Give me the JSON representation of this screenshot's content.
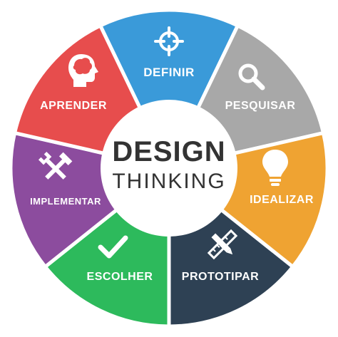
{
  "center": {
    "title": "DESIGN",
    "subtitle": "THINKING"
  },
  "segments": [
    {
      "label": "DEFINIR",
      "color": "#3a9ad9",
      "icon": "target-icon"
    },
    {
      "label": "PESQUISAR",
      "color": "#a8a8a8",
      "icon": "magnifier-icon"
    },
    {
      "label": "IDEALIZAR",
      "color": "#efa332",
      "icon": "lightbulb-icon"
    },
    {
      "label": "PROTOTIPAR",
      "color": "#2e4154",
      "icon": "pencil-ruler-icon"
    },
    {
      "label": "ESCOLHER",
      "color": "#2dba5c",
      "icon": "checkmark-icon"
    },
    {
      "label": "IMPLEMENTAR",
      "color": "#8c4c9e",
      "icon": "tools-icon"
    },
    {
      "label": "APRENDER",
      "color": "#e74d4d",
      "icon": "brain-head-icon"
    }
  ]
}
